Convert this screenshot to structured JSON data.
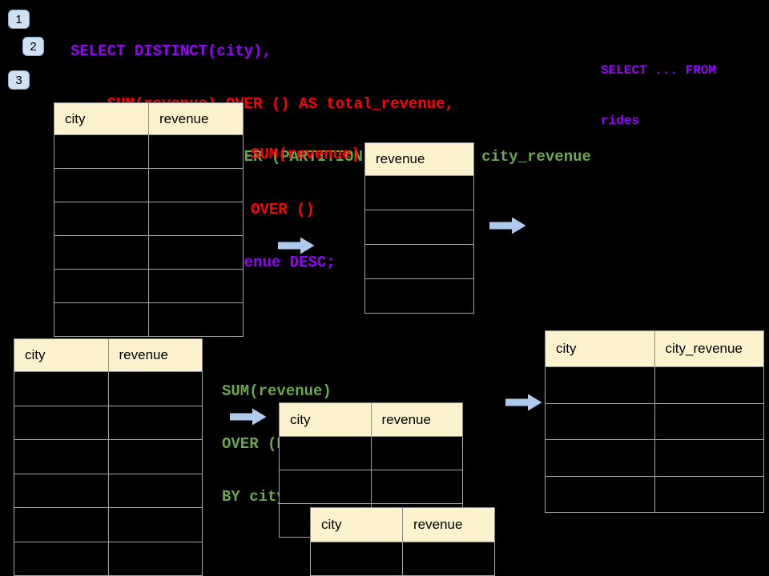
{
  "colors": {
    "background": "#000000",
    "purple": "#9900FF",
    "red": "#FF0000",
    "green": "#6AA84F",
    "header_fill": "#FDF2CE",
    "table_border": "#A5A5A5",
    "arrow_fill": "#AECBEE",
    "badge_fill": "#CFE2F3",
    "badge_border": "#8CA9C4"
  },
  "badges": [
    {
      "label": "1"
    },
    {
      "label": "2"
    },
    {
      "label": "3"
    }
  ],
  "sql_code": {
    "lines": [
      {
        "text": "SELECT DISTINCT(city),",
        "color": "purple"
      },
      {
        "text": "    SUM(revenue) OVER () AS total_revenue,",
        "color": "red"
      },
      {
        "text": "    SUM(revenue) OVER (PARTITION BY city) as city_revenue",
        "color": "green"
      },
      {
        "text": "  FROM rides",
        "color": "purple"
      },
      {
        "text": "  ORDER by city_revenue DESC;",
        "color": "purple"
      }
    ]
  },
  "from_note": {
    "color": "purple",
    "lines": [
      {
        "text": "SELECT ... FROM"
      },
      {
        "text": "rides"
      }
    ]
  },
  "annotation_total": {
    "color": "red",
    "lines": [
      {
        "text": "SUM(revenue)"
      },
      {
        "text": "OVER ()"
      }
    ]
  },
  "annotation_partition": {
    "color": "green",
    "lines": [
      {
        "text": "SUM(revenue)"
      },
      {
        "text": "OVER (PARTITION"
      },
      {
        "text": "BY city)"
      }
    ]
  },
  "tables": {
    "source_top": {
      "headers": [
        "city",
        "revenue"
      ],
      "empty_row_count": 6
    },
    "total_result": {
      "headers": [
        "revenue"
      ],
      "empty_row_count": 4
    },
    "source_bottom": {
      "headers": [
        "city",
        "revenue"
      ],
      "empty_row_count": 6
    },
    "partition_step": {
      "headers": [
        "city",
        "revenue"
      ],
      "empty_row_count": 3
    },
    "partition_overlay": {
      "headers": [
        "city",
        "revenue"
      ],
      "empty_row_count": 1
    },
    "city_revenue_result": {
      "headers": [
        "city",
        "city_revenue"
      ],
      "empty_row_count": 4
    }
  }
}
